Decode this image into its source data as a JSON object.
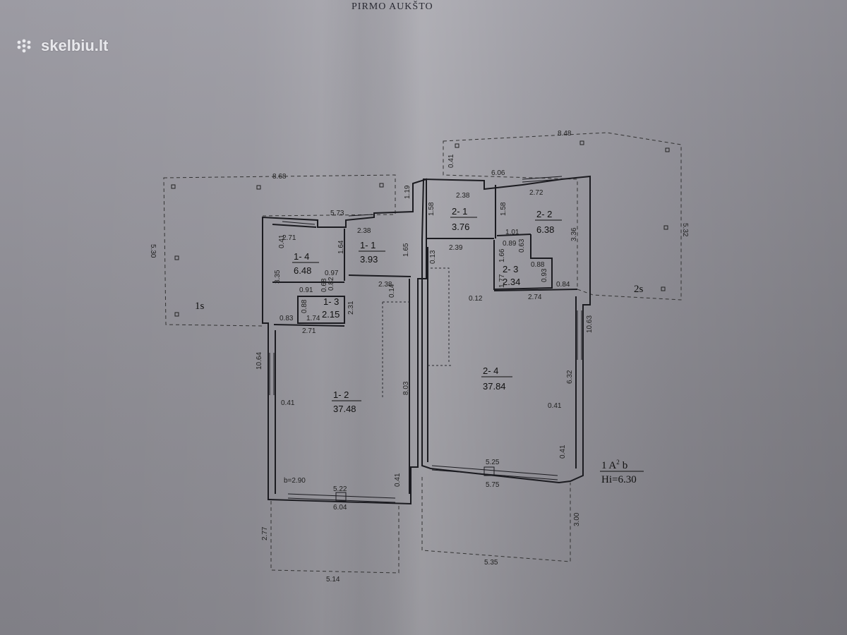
{
  "watermark": {
    "text": "skelbiu.lt"
  },
  "header_text": "PIRMO AUKŠTO",
  "outdoor": {
    "left_label": "1s",
    "right_label": "2s"
  },
  "rooms": [
    {
      "id": "1- 1",
      "area": "3.93"
    },
    {
      "id": "1- 2",
      "area": "37.48"
    },
    {
      "id": "1- 3",
      "area": "2.15"
    },
    {
      "id": "1- 4",
      "area": "6.48"
    },
    {
      "id": "2- 1",
      "area": "3.76"
    },
    {
      "id": "2- 2",
      "area": "6.38"
    },
    {
      "id": "2- 3",
      "area": "2.34"
    },
    {
      "id": "2- 4",
      "area": "37.84"
    }
  ],
  "dimensions": {
    "left_terrace_width": "8.68",
    "left_terrace_height": "5.30",
    "right_terrace_width": "8.48",
    "right_terrace_height": "5.32",
    "right_terrace_offset": "0.41",
    "left_top": "5.73",
    "left_step": "1.19",
    "right_top": "6.06",
    "r11_w": "2.38",
    "r11_h": "1.65",
    "r14_w": "2.71",
    "r14_h": "3.35",
    "r14_wall": "0.41",
    "r14_side": "1.64",
    "r13_a": "0.97",
    "r13_b": "0.91",
    "r13_c": "0.83",
    "r13_d": "1.74",
    "r13_e": "2.31",
    "r13_f": "0.88",
    "r13_g": "0.68",
    "r13_h": "0.82",
    "r12_top": "2.38",
    "r12_wall": "0.14",
    "r12_bottom_top": "2.71",
    "r12_left": "10.64",
    "r12_wall_left": "0.41",
    "r12_depth": "8.03",
    "r12_height_note": "b=2.90",
    "r12_window": "5.22",
    "r12_outer": "6.04",
    "r12_wall_right": "0.41",
    "left_porch_h": "2.77",
    "left_porch_w": "5.14",
    "r21_w": "2.38",
    "r21_h": "1.58",
    "r22_w": "2.72",
    "r22_h": "1.58",
    "r22_side": "3.36",
    "r23_a": "1.01",
    "r23_b": "0.89",
    "r23_c": "1.66",
    "r23_d": "0.63",
    "r23_e": "0.88",
    "r23_f": "0.93",
    "r23_g": "1.77",
    "r23_h": "0.84",
    "r24_top": "2.39",
    "r24_wall": "0.13",
    "r24_step": "0.12",
    "r24_w": "2.74",
    "r24_right": "10.63",
    "r24_right2": "6.32",
    "r24_wall_right": "0.41",
    "r24_window": "5.25",
    "r24_outer": "5.75",
    "r24_wall_corner": "0.41",
    "right_porch_w": "5.35",
    "right_porch_h": "3.00"
  },
  "legend": {
    "line1": "1 A",
    "sup": "2",
    "suffix": "b",
    "line2": "Hi=6.30"
  }
}
